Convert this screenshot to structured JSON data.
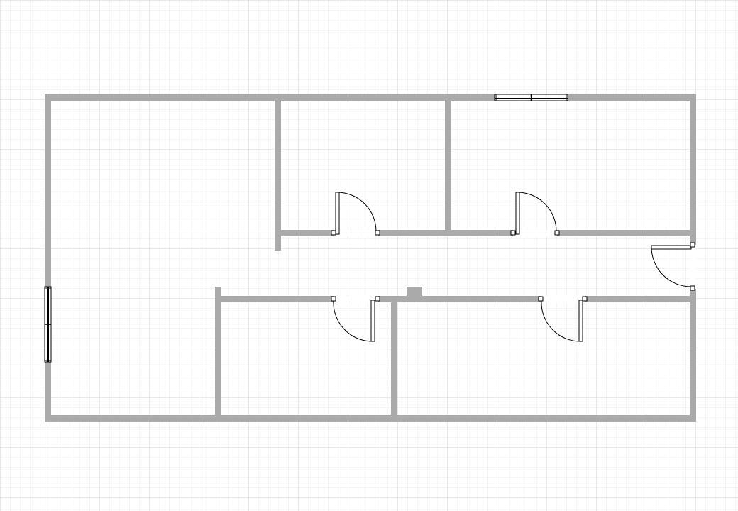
{
  "canvas": {
    "background": "#ffffff",
    "grid_minor_color": "#eeeeee",
    "grid_major_color": "#d6d6d6"
  },
  "plan": {
    "wall_color": "#aaaaaa",
    "door_line_color": "#000000",
    "window_line_color": "#000000",
    "walls": [
      {
        "name": "wall-outer-top"
      },
      {
        "name": "wall-outer-bottom"
      },
      {
        "name": "wall-outer-left"
      },
      {
        "name": "wall-outer-right"
      },
      {
        "name": "wall-room-a-left"
      },
      {
        "name": "wall-room-a-b-divider"
      },
      {
        "name": "wall-north-corridor"
      },
      {
        "name": "wall-south-corridor"
      },
      {
        "name": "wall-room-c-left"
      },
      {
        "name": "wall-room-c-d-divider"
      }
    ],
    "doors": [
      {
        "name": "door-room-a"
      },
      {
        "name": "door-room-b"
      },
      {
        "name": "door-east-exit"
      },
      {
        "name": "door-room-c"
      },
      {
        "name": "door-room-d"
      }
    ],
    "windows": [
      {
        "name": "window-top"
      },
      {
        "name": "window-left"
      }
    ]
  }
}
